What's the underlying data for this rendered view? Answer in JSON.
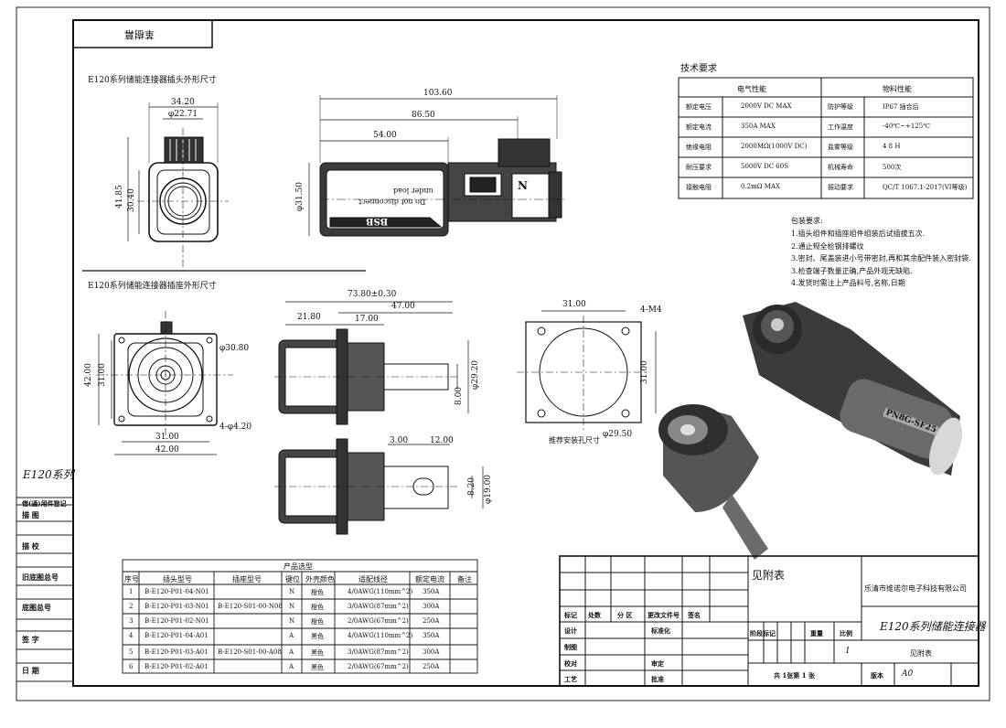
{
  "stamp": "革樹幕",
  "series_label": "E120系列",
  "plug_title": "E120系列储能连接器插头外形尺寸",
  "socket_title": "E120系列储能连接器插座外形尺寸",
  "plug_dims": {
    "w1": "34.20",
    "w2": "φ22.71",
    "h1": "41.85",
    "h2": "30.40",
    "l1": "103.60",
    "l2": "86.50",
    "l3": "54.00",
    "d1": "φ31.50"
  },
  "plug_body_text": {
    "line1": "Do not disconnect",
    "line2": "under load",
    "brand": "BSB",
    "badge": "N"
  },
  "socket_dims": {
    "d1": "φ30.80",
    "s1": "42.00",
    "s2": "31.00",
    "hole": "4-φ4.20",
    "b1": "31.00",
    "b2": "42.00",
    "l1": "73.80±0.30",
    "l2": "47.00",
    "l3": "21.80",
    "l4": "17.00",
    "d2": "φ29.20",
    "d3": "8.00",
    "c1": "3.00",
    "c2": "12.00",
    "c3": "8.20",
    "d4": "φ19.00"
  },
  "cutout": {
    "top": "31.00",
    "label_m4": "4-M4",
    "side": "31.00",
    "dia": "φ29.50",
    "caption": "推荐安装孔尺寸"
  },
  "render_label": "PN8G-SF25",
  "tech": {
    "title": "技术要求",
    "head_left": "电气性能",
    "head_right": "物料性能",
    "rows": [
      [
        "额定电压",
        "2000V DC MAX",
        "防护等级",
        "IP67 插合后"
      ],
      [
        "额定电流",
        "350A MAX",
        "工作温度",
        "-40℃~+125℃"
      ],
      [
        "绝缘电阻",
        "2000MΩ(1000V DC)",
        "盐雾等级",
        "4 8 H"
      ],
      [
        "耐压要求",
        "5000V DC 60S",
        "机械寿命",
        "500次"
      ],
      [
        "接触电阻",
        "0.2mΩ MAX",
        "振动要求",
        "QC/T 1067.1-2017(VI等级)"
      ]
    ]
  },
  "packing": {
    "title": "包装要求:",
    "items": [
      "1.插头组件和插座组件组装后试插拔五次.",
      "2.通止规全检钢排螺纹",
      "3.密封、尾盖装进小号带密封,再和其余配件装入密封袋.",
      "3.检查端子数量正确,产品外观无缺陷.",
      "4.发货时需注上产品料号,名称,日期"
    ]
  },
  "selection": {
    "title": "产品选型",
    "headers": [
      "序号",
      "插头型号",
      "插座型号",
      "键位",
      "外壳颜色",
      "适配线径",
      "额定电流",
      "备注"
    ],
    "rows": [
      [
        "1",
        "B-E120-P01-04-N01",
        "N",
        "橙色",
        "4/0AWG(110mm^2)",
        "350A"
      ],
      [
        "2",
        "B-E120-P01-03-N01",
        "N",
        "橙色",
        "3/0AWG(87mm^2)",
        "300A"
      ],
      [
        "3",
        "B-E120-P01-02-N01",
        "N",
        "橙色",
        "2/0AWG(67mm^2)",
        "250A"
      ],
      [
        "4",
        "B-E120-P01-04-A01",
        "A",
        "黑色",
        "4/0AWG(110mm^2)",
        "350A"
      ],
      [
        "5",
        "B-E120-P01-03-A01",
        "A",
        "黑色",
        "3/0AWG(87mm^2)",
        "300A"
      ],
      [
        "6",
        "B-E120-P01-02-A01",
        "A",
        "黑色",
        "2/0AWG(67mm^2)",
        "250A"
      ]
    ],
    "socket_n": "B-E120-S01-00-N08",
    "socket_a": "B-E120-S01-00-A08"
  },
  "side_labels": [
    "借(通)用件登记",
    "描 图",
    "描 校",
    "旧底图总号",
    "底图总号",
    "签 字",
    "日 期"
  ],
  "title_block": {
    "see_table": "见附表",
    "company": "乐清市维诺尔电子科技有限公司",
    "product": "E120系列储能连接器",
    "see_table2": "见附表",
    "h_mark": "标记",
    "h_count": "处数",
    "h_zone": "分 区",
    "h_doc": "更改文件号",
    "h_sign": "签名",
    "design": "设计",
    "draft": "制图",
    "check": "校对",
    "process": "工艺",
    "std": "标准化",
    "review": "审定",
    "approve": "批准",
    "stage": "阶段标记",
    "weight": "重量",
    "scale": "比例",
    "scale_val": "1",
    "sheets": "共 1张第 1 张",
    "version_label": "版本",
    "version": "A0"
  }
}
